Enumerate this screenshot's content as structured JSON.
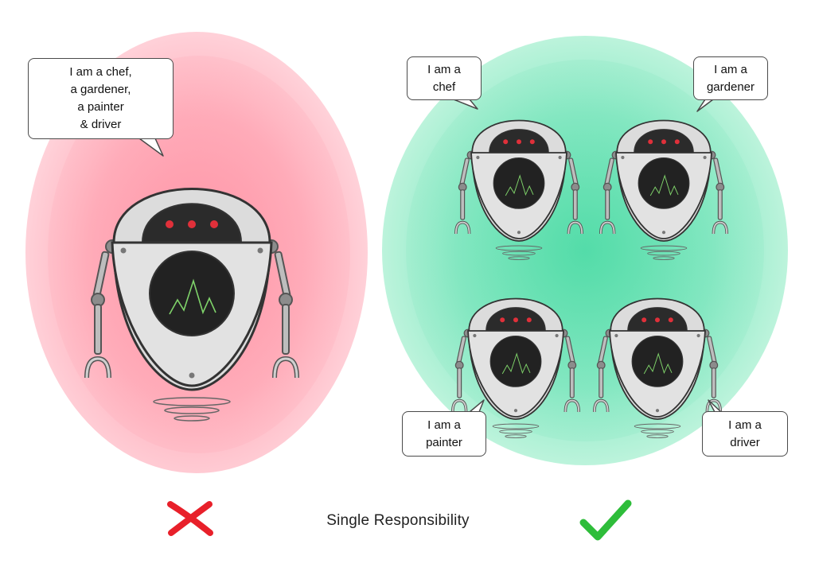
{
  "speech": {
    "left": [
      "I am a chef,",
      "a gardener,",
      "a painter",
      "& driver"
    ],
    "chef": [
      "I am a",
      "chef"
    ],
    "gardener": [
      "I am a",
      "gardener"
    ],
    "painter": [
      "I am a",
      "painter"
    ],
    "driver": [
      "I am a",
      "driver"
    ]
  },
  "caption": "Single Responsibility",
  "colors": {
    "bad_background": "#ff9fae",
    "good_background": "#5fe0b0",
    "cross": "#e8202a",
    "check": "#2ebd3a",
    "robot_eye": "#e0303a",
    "robot_screen_line": "#7fd36a"
  },
  "icons": {
    "bad": "cross-icon",
    "good": "check-icon"
  }
}
